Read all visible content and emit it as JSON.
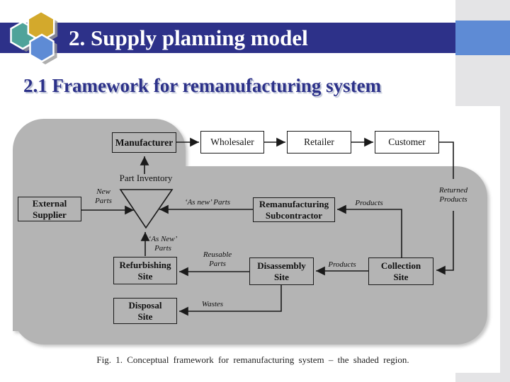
{
  "slide": {
    "title": "2. Supply planning model",
    "subtitle": "2.1 Framework for remanufacturing system",
    "caption": "Fig. 1.  Conceptual framework for remanufacturing system – the shaded region."
  },
  "colors": {
    "title_bar": "#2d3189",
    "accent_square": "#5e8bd5",
    "side_strip": "#e4e4e6",
    "shaded_region": "#b4b4b4",
    "hex_teal": "#4fa39a",
    "hex_gold": "#d3a92c",
    "hex_blue": "#5e8bd5",
    "ink": "#1a1a1a"
  },
  "diagram": {
    "nodes": {
      "manufacturer": {
        "label": "Manufacturer"
      },
      "wholesaler": {
        "label": "Wholesaler"
      },
      "retailer": {
        "label": "Retailer"
      },
      "customer": {
        "label": "Customer"
      },
      "external_supplier": {
        "label": "External\nSupplier"
      },
      "remanufacturing_subcontractor": {
        "label": "Remanufacturing\nSubcontractor"
      },
      "part_inventory": {
        "label": "Part Inventory"
      },
      "refurbishing_site": {
        "label": "Refurbishing\nSite"
      },
      "disassembly_site": {
        "label": "Disassembly\nSite"
      },
      "collection_site": {
        "label": "Collection\nSite"
      },
      "disposal_site": {
        "label": "Disposal\nSite"
      }
    },
    "flow_labels": {
      "new_parts": "New\nParts",
      "as_new_parts_in": "‘As new’  Parts",
      "as_new_parts_up": "‘As New’\nParts",
      "reusable_parts": "Reusable\nParts",
      "products_to_remanufacturing": "Products",
      "products_to_disassembly": "Products",
      "wastes": "Wastes",
      "returned_products": "Returned\nProducts"
    }
  }
}
